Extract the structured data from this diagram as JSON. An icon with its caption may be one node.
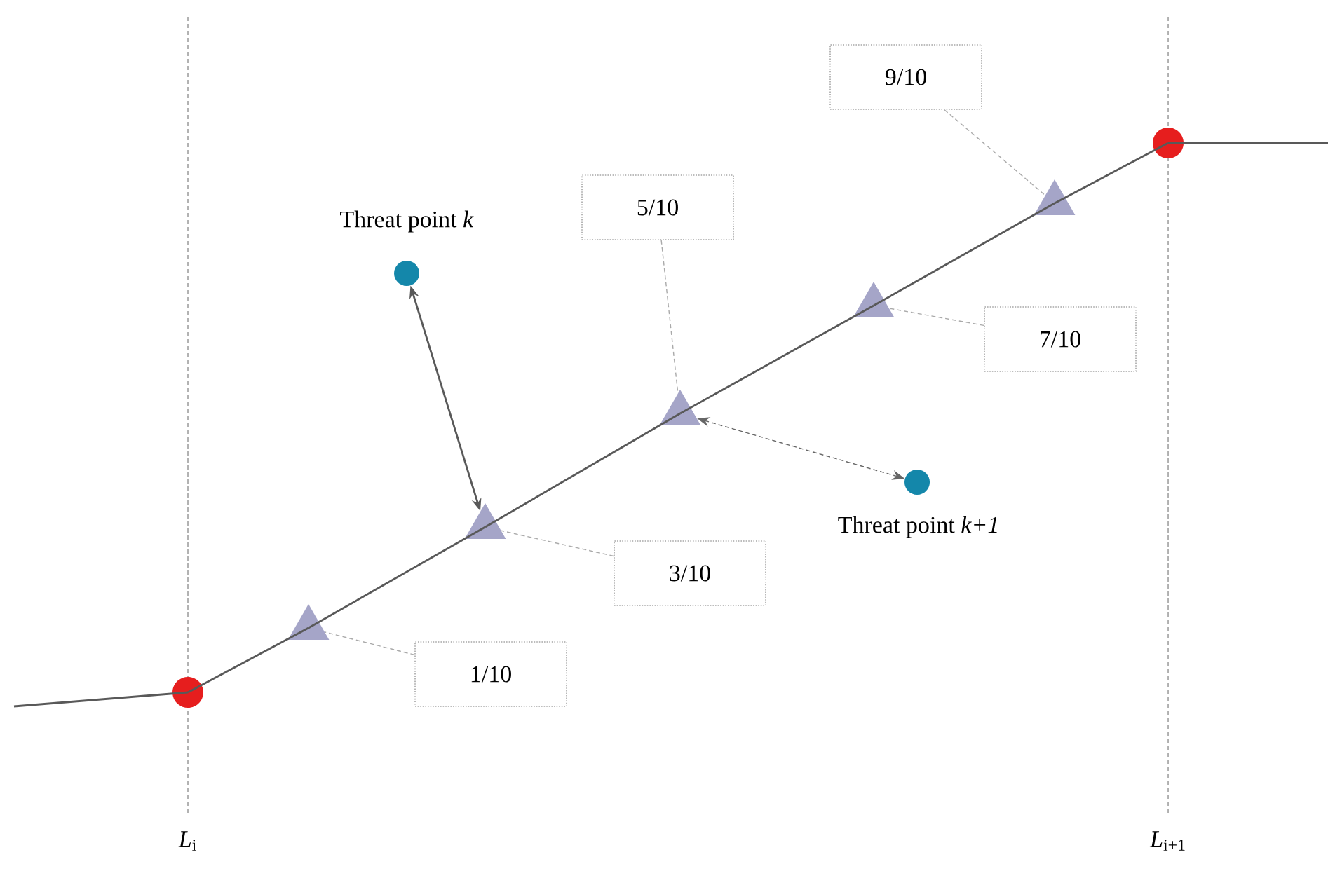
{
  "diagram": {
    "nodes": [
      {
        "text": [],
        "shape": "circle"
      },
      {
        "text": [],
        "shape": "circle"
      },
      {
        "text": [],
        "shape": "triangle"
      },
      {
        "text": [],
        "shape": "triangle"
      },
      {
        "text": [],
        "shape": "triangle"
      },
      {
        "text": [],
        "shape": "triangle"
      },
      {
        "text": [],
        "shape": "triangle"
      },
      {
        "text": [],
        "shape": "circle",
        "beside": [
          "Threat point *k*"
        ]
      },
      {
        "text": [],
        "shape": "circle",
        "beside": [
          "Threat point *k+1*"
        ]
      },
      {
        "text": [
          "1/10"
        ]
      },
      {
        "text": [
          "3/10"
        ]
      },
      {
        "text": [
          "5/10"
        ]
      },
      {
        "text": [
          "7/10"
        ]
      },
      {
        "text": [
          "9/10"
        ]
      }
    ],
    "edges": [
      {
        "from": null,
        "to": 0,
        "arrow": "none"
      },
      {
        "from": 0,
        "to": 2,
        "arrow": "none"
      },
      {
        "from": 2,
        "to": 3,
        "arrow": "none"
      },
      {
        "from": 3,
        "to": 4,
        "arrow": "none"
      },
      {
        "from": 4,
        "to": 5,
        "arrow": "none"
      },
      {
        "from": 5,
        "to": 6,
        "arrow": "none"
      },
      {
        "from": 6,
        "to": 1,
        "arrow": "none"
      },
      {
        "from": 1,
        "to": null,
        "arrow": "none"
      },
      {
        "from": 9,
        "to": 2,
        "arrow": "none",
        "style": "dashed",
        "color": "#aaaaaa"
      },
      {
        "from": 10,
        "to": 3,
        "arrow": "none",
        "style": "dashed",
        "color": "#aaaaaa"
      },
      {
        "from": 11,
        "to": 4,
        "arrow": "none",
        "style": "dashed",
        "color": "#aaaaaa"
      },
      {
        "from": 12,
        "to": 5,
        "arrow": "none",
        "style": "dashed",
        "color": "#aaaaaa"
      },
      {
        "from": 13,
        "to": 6,
        "arrow": "none",
        "style": "dashed",
        "color": "#aaaaaa"
      },
      {
        "from": 7,
        "to": 3,
        "arrow": "both"
      },
      {
        "from": 4,
        "to": 8,
        "arrow": "both",
        "style": "dashed"
      }
    ],
    "labels": [
      "*L*$_{i}$",
      "*L*$_{i+1}$"
    ]
  }
}
